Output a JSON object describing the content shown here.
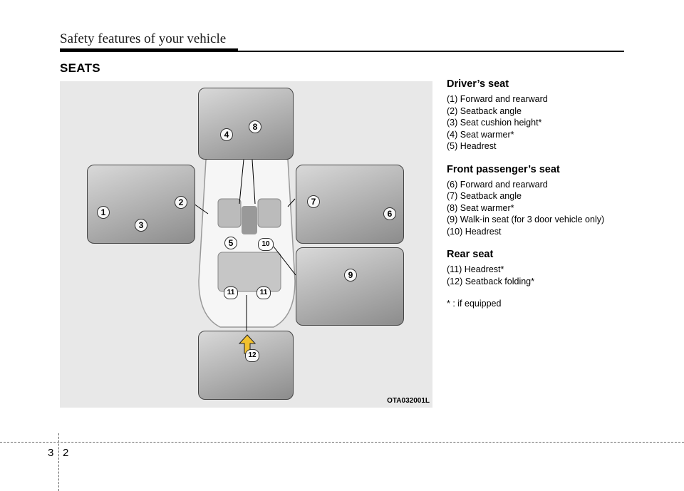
{
  "header": {
    "title": "Safety features of your vehicle"
  },
  "section": {
    "title": "SEATS"
  },
  "figure": {
    "code": "OTA032001L",
    "callouts": [
      "1",
      "2",
      "3",
      "4",
      "5",
      "6",
      "7",
      "8",
      "9",
      "10",
      "11",
      "11",
      "12"
    ]
  },
  "groups": [
    {
      "heading": "Driver’s seat",
      "items": [
        "(1) Forward and rearward",
        "(2) Seatback angle",
        "(3) Seat cushion height*",
        "(4) Seat warmer*",
        "(5) Headrest"
      ]
    },
    {
      "heading": "Front passenger’s seat",
      "items": [
        "(6) Forward and rearward",
        "(7) Seatback angle",
        "(8) Seat warmer*",
        "(9) Walk-in seat (for 3 door vehicle only)",
        "(10) Headrest"
      ]
    },
    {
      "heading": "Rear seat",
      "items": [
        "(11) Headrest*",
        "(12) Seatback folding*"
      ]
    }
  ],
  "footnote": "* : if equipped",
  "footer": {
    "chapter": "3",
    "page": "2"
  }
}
